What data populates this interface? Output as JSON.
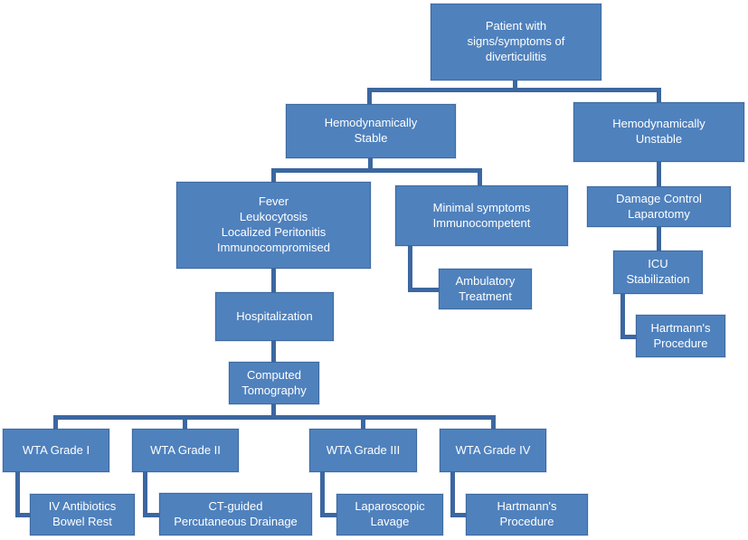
{
  "diagram": {
    "type": "flowchart",
    "topic": "Management of diverticulitis",
    "colors": {
      "node_fill": "#4f81bd",
      "node_border": "#3d699f",
      "connector": "#3c67a0",
      "text": "#ffffff"
    },
    "nodes": {
      "patient": {
        "label": "Patient with\nsigns/symptoms of\ndiverticulitis"
      },
      "stable": {
        "label": "Hemodynamically\nStable"
      },
      "unstable": {
        "label": "Hemodynamically\nUnstable"
      },
      "fever": {
        "label": "Fever\nLeukocytosis\nLocalized Peritonitis\nImmunocompromised"
      },
      "minimal": {
        "label": "Minimal symptoms\nImmunocompetent"
      },
      "damage_control": {
        "label": "Damage Control\nLaparotomy"
      },
      "ambulatory": {
        "label": "Ambulatory\nTreatment"
      },
      "icu": {
        "label": "ICU\nStabilization"
      },
      "hartmann_right": {
        "label": "Hartmann's\nProcedure"
      },
      "hospitalization": {
        "label": "Hospitalization"
      },
      "ct": {
        "label": "Computed\nTomography"
      },
      "wta1": {
        "label": "WTA Grade I"
      },
      "wta2": {
        "label": "WTA Grade II"
      },
      "wta3": {
        "label": "WTA Grade III"
      },
      "wta4": {
        "label": "WTA Grade IV"
      },
      "iv_antibiotics": {
        "label": "IV Antibiotics\nBowel Rest"
      },
      "ct_guided": {
        "label": "CT-guided\nPercutaneous Drainage"
      },
      "laparoscopic": {
        "label": "Laparoscopic\nLavage"
      },
      "hartmann_bottom": {
        "label": "Hartmann's\nProcedure"
      }
    },
    "edges": [
      "patient -> stable",
      "patient -> unstable",
      "stable -> fever",
      "stable -> minimal",
      "minimal -> ambulatory",
      "unstable -> damage_control",
      "damage_control -> icu",
      "icu -> hartmann_right",
      "fever -> hospitalization",
      "hospitalization -> ct",
      "ct -> wta1",
      "ct -> wta2",
      "ct -> wta3",
      "ct -> wta4",
      "wta1 -> iv_antibiotics",
      "wta2 -> ct_guided",
      "wta3 -> laparoscopic",
      "wta4 -> hartmann_bottom"
    ]
  }
}
